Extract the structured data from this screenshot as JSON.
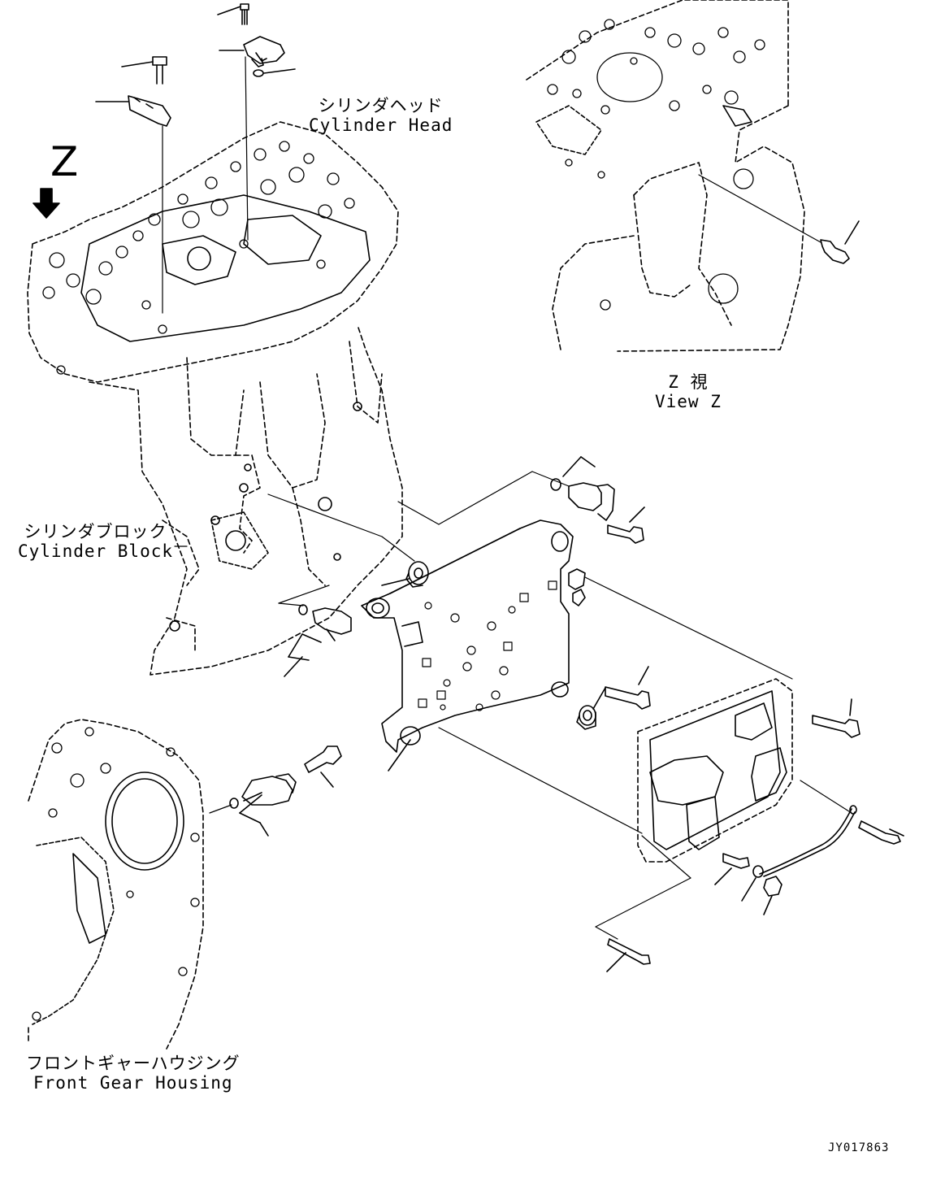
{
  "labels": {
    "cylinder_head_jp": "シリンダヘッド",
    "cylinder_head_en": "Cylinder Head",
    "view_letter": "Z",
    "view_z_jp": "Z 視",
    "view_z_en": "View Z",
    "cylinder_block_jp": "シリンダブロック",
    "cylinder_block_en": "Cylinder Block",
    "front_gear_housing_jp": "フロントギャーハウジング",
    "front_gear_housing_en": "Front Gear Housing",
    "drawing_code": "JY017863"
  }
}
